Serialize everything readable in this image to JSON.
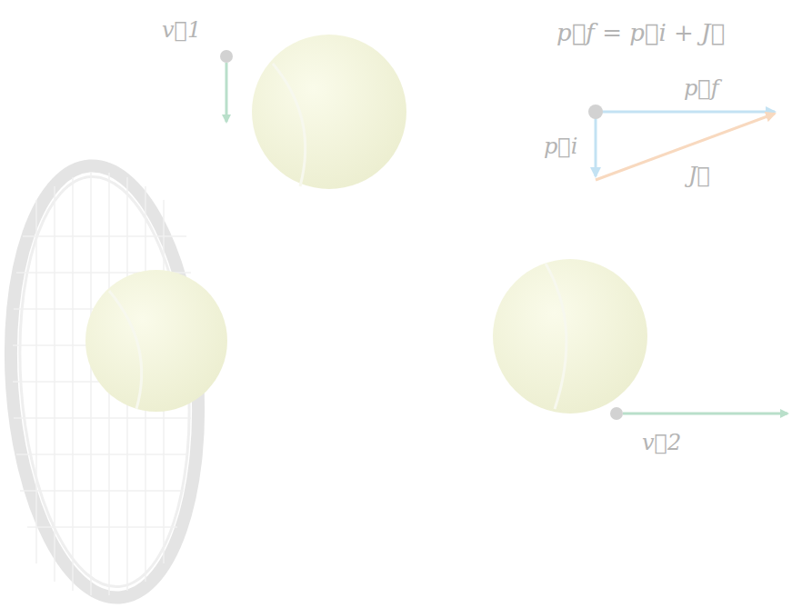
{
  "diagram": {
    "labels": [
      "v⃗1",
      "p⃗f = p⃗i + J⃗",
      "p⃗f",
      "p⃗i",
      "J⃗",
      "v⃗2"
    ]
  }
}
